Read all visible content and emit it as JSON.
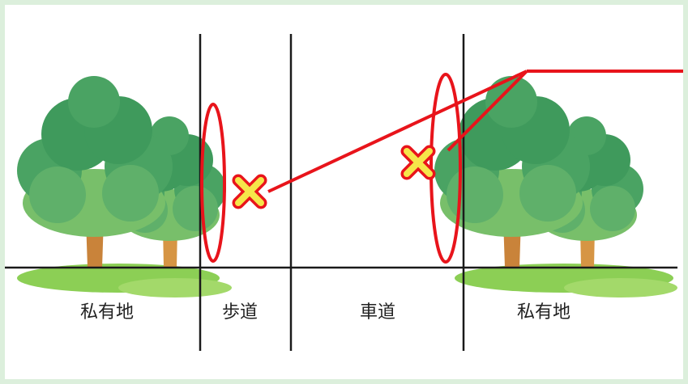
{
  "labels": {
    "private_left": "私有地",
    "sidewalk": "歩道",
    "roadway": "車道",
    "private_right": "私有地"
  },
  "colors": {
    "frame_background": "#dcefdc",
    "boundary_lines": "#1a1a1a",
    "highlight_red": "#e8141b",
    "cross_fill": "#f6e64a",
    "tree_foliage_dark": "#3f9a5c",
    "tree_foliage_light": "#78bf6a",
    "trunk": "#c9833a",
    "grass": "#8ccf55"
  },
  "icons": [
    "tree",
    "cross-mark"
  ]
}
